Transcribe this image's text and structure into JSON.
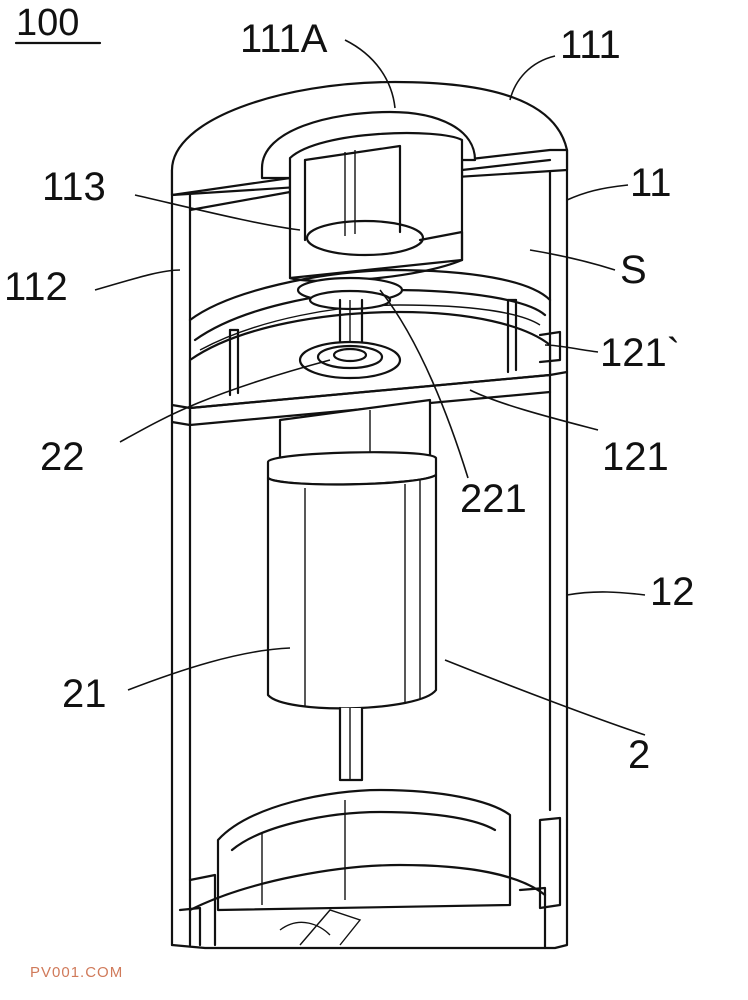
{
  "figure_label": "100",
  "reference_numerals": {
    "r111A": "111A",
    "r111": "111",
    "r113": "113",
    "r11": "11",
    "r112": "112",
    "rS": "S",
    "r121p": "121`",
    "r22": "22",
    "r121": "121",
    "r221": "221",
    "r12": "12",
    "r21": "21",
    "r2": "2"
  },
  "watermark": "PV001.COM"
}
